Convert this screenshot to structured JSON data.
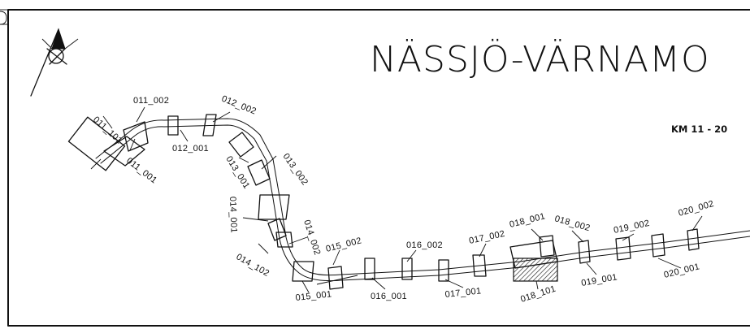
{
  "title": "NÄSSJÖ-VÄRNAMO",
  "km_range": "KM 11 - 20",
  "compass": {
    "icon": "north-arrow-compass-icon"
  },
  "colors": {
    "line": "#111111",
    "background": "#ffffff",
    "hatch": "#111111"
  },
  "sheets": [
    {
      "id": "011_101"
    },
    {
      "id": "011_001"
    },
    {
      "id": "011_002"
    },
    {
      "id": "012_001"
    },
    {
      "id": "012_002"
    },
    {
      "id": "013_001"
    },
    {
      "id": "013_002"
    },
    {
      "id": "014_001"
    },
    {
      "id": "014_002"
    },
    {
      "id": "014_102"
    },
    {
      "id": "015_001"
    },
    {
      "id": "015_002"
    },
    {
      "id": "016_001"
    },
    {
      "id": "016_002"
    },
    {
      "id": "017_001"
    },
    {
      "id": "017_002"
    },
    {
      "id": "018_001"
    },
    {
      "id": "018_002"
    },
    {
      "id": "018_101"
    },
    {
      "id": "019_001"
    },
    {
      "id": "019_002"
    },
    {
      "id": "020_001"
    },
    {
      "id": "020_002"
    }
  ]
}
